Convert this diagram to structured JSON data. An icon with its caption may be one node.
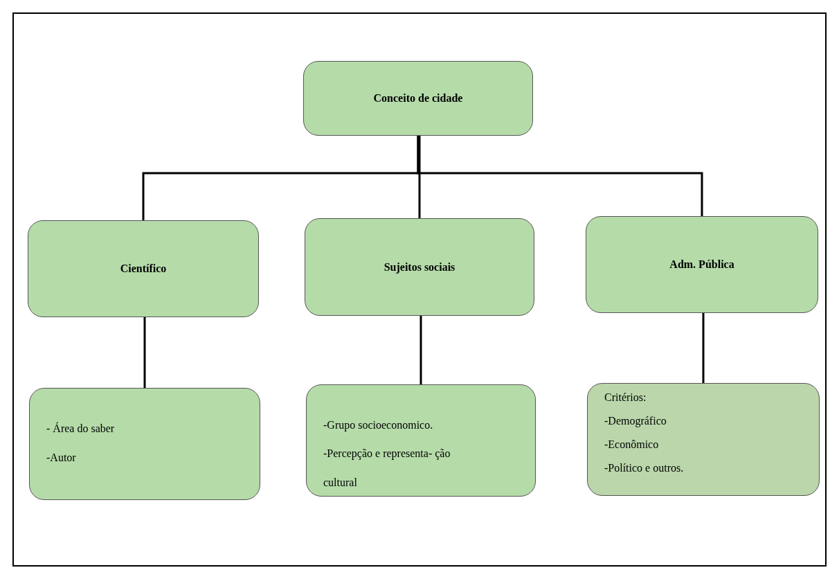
{
  "diagram": {
    "nodes": [
      {
        "text": [
          "Conceito de cidade"
        ]
      },
      {
        "text": [
          "Científico"
        ]
      },
      {
        "text": [
          "Sujeitos sociais"
        ]
      },
      {
        "text": [
          "Adm. Pública"
        ]
      },
      {
        "text": [
          "- Área do saber",
          "-Autor"
        ]
      },
      {
        "text": [
          "-Grupo socioeconomico.",
          "-Percepção e representa- ção cultural"
        ]
      },
      {
        "text": [
          "Critérios:",
          "-Demográfico",
          "-Econômico",
          "-Político e outros."
        ]
      }
    ],
    "edges": [
      {
        "from": 0,
        "to": 1,
        "arrow": "none"
      },
      {
        "from": 0,
        "to": 2,
        "arrow": "none"
      },
      {
        "from": 0,
        "to": 3,
        "arrow": "none"
      },
      {
        "from": 1,
        "to": 4,
        "arrow": "none"
      },
      {
        "from": 2,
        "to": 5,
        "arrow": "none"
      },
      {
        "from": 3,
        "to": 6,
        "arrow": "none"
      }
    ]
  }
}
